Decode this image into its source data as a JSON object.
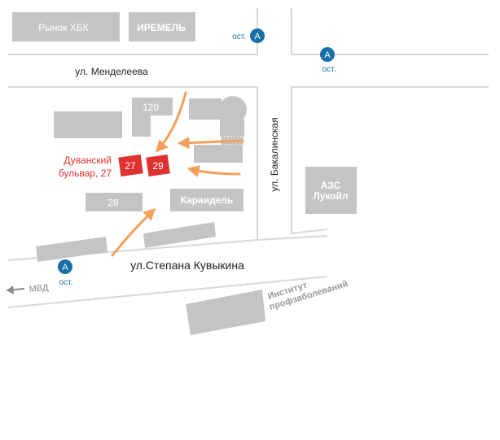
{
  "labels": {
    "rynok": "Рынок ХБК",
    "iremel": "ИРЕМЕЛЬ",
    "mendeleeva": "ул. Менделеева",
    "b120": "120",
    "b28": "28",
    "b27": "27",
    "b29": "29",
    "duvan_line1": "Дуванский",
    "duvan_line2": "бульвар, 27",
    "karaidel": "Караидель",
    "bakalinskaya": "ул. Бакалинская",
    "azs_line1": "АЗС",
    "azs_line2": "Лукойл",
    "kuvykina": "ул.Степана Кувыкина",
    "mvd": "МВД",
    "institut_line1": "Институт",
    "institut_line2": "профзаболеваний"
  },
  "bus_stops": [
    {
      "letter": "A",
      "label": "ост."
    },
    {
      "letter": "A",
      "label": "ост."
    },
    {
      "letter": "A",
      "label": "ост."
    }
  ],
  "colors": {
    "building": "#c4c4c4",
    "road_line": "#d8d8d8",
    "target_red": "#e03030",
    "arrow": "#f4a05a",
    "stop_blue": "#1a6fa8",
    "label_red": "#e03030",
    "text_dark": "#222222",
    "text_gray": "#888888"
  }
}
